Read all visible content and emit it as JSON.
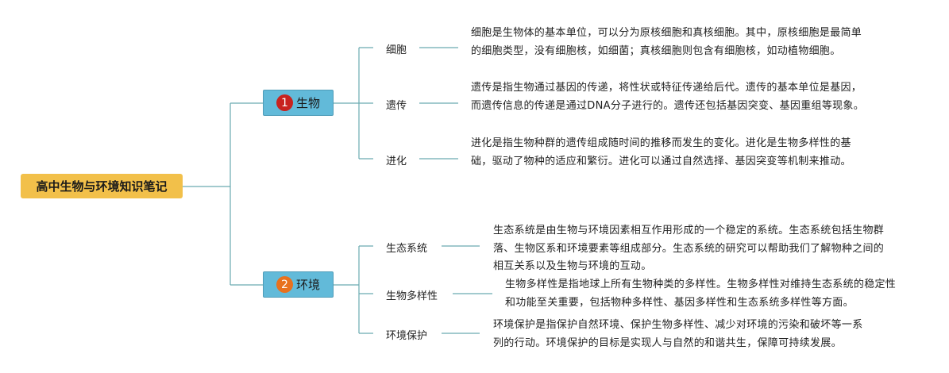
{
  "mindmap": {
    "root": {
      "label": "高中生物与环境知识笔记"
    },
    "branches": [
      {
        "number": "1",
        "label": "生物",
        "badge_color": "#c8231f",
        "children": [
          {
            "label": "细胞",
            "desc": "细胞是生物体的基本单位，可以分为原核细胞和真核细胞。其中，原核细胞是最简单的细胞类型，没有细胞核，如细菌；真核细胞则包含有细胞核，如动植物细胞。"
          },
          {
            "label": "遗传",
            "desc": "遗传是指生物通过基因的传递，将性状或特征传递给后代。遗传的基本单位是基因，而遗传信息的传递是通过DNA分子进行的。遗传还包括基因突变、基因重组等现象。"
          },
          {
            "label": "进化",
            "desc": "进化是指生物种群的遗传组成随时间的推移而发生的变化。进化是生物多样性的基础，驱动了物种的适应和繁衍。进化可以通过自然选择、基因突变等机制来推动。"
          }
        ]
      },
      {
        "number": "2",
        "label": "环境",
        "badge_color": "#e8711e",
        "children": [
          {
            "label": "生态系统",
            "desc": "生态系统是由生物与环境因素相互作用形成的一个稳定的系统。生态系统包括生物群落、生物区系和环境要素等组成部分。生态系统的研究可以帮助我们了解物种之间的相互关系以及生物与环境的互动。"
          },
          {
            "label": "生物多样性",
            "desc": "生物多样性是指地球上所有生物种类的多样性。生物多样性对维持生态系统的稳定性和功能至关重要，包括物种多样性、基因多样性和生态系统多样性等方面。"
          },
          {
            "label": "环境保护",
            "desc": "环境保护是指保护自然环境、保护生物多样性、减少对环境的污染和破坏等一系列的行动。环境保护的目标是实现人与自然的和谐共生，保障可持续发展。"
          }
        ]
      }
    ],
    "colors": {
      "line": "#6aaab0",
      "root_fill": "#f2c04a",
      "branch_fill": "#62bad9"
    }
  }
}
